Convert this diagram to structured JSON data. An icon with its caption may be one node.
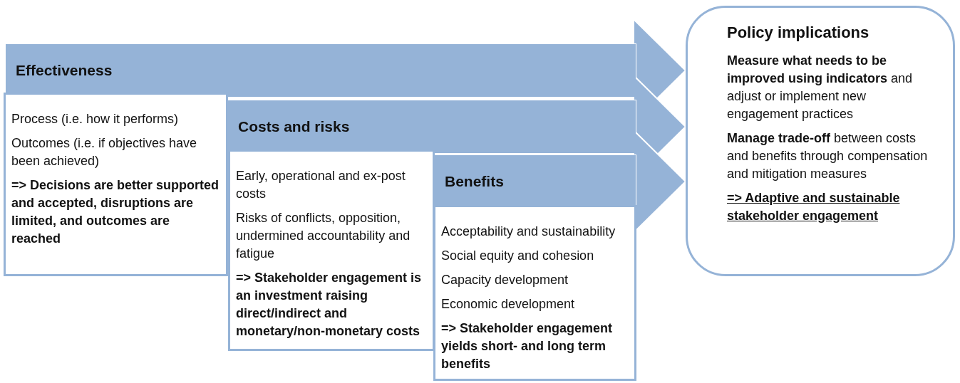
{
  "diagram": {
    "nodes": [
      {
        "text": [
          "Effectiveness"
        ]
      },
      {
        "text": [
          "Process (i.e. how it performs)",
          "Outcomes (i.e. if objectives have been achieved)",
          "=> Decisions are better supported and accepted, disruptions are limited, and outcomes are reached"
        ]
      },
      {
        "text": [
          "Costs and risks"
        ]
      },
      {
        "text": [
          "Early, operational and ex-post costs",
          "Risks of conflicts, opposition, undermined accountability and fatigue",
          "=> Stakeholder engagement is an investment raising direct/indirect and monetary/non-monetary costs"
        ]
      },
      {
        "text": [
          "Benefits"
        ]
      },
      {
        "text": [
          "Acceptability and sustainability",
          "Social equity and cohesion",
          "Capacity development",
          "Economic development",
          "=> Stakeholder engagement yields short- and long term benefits"
        ]
      },
      {
        "text": [
          "Policy implications",
          "**Measure what needs to be improved using indicators** and adjust or implement new engagement practices",
          "**Manage trade-off** between costs and benefits through compensation and mitigation measures",
          "=> Adaptive and sustainable stakeholder engagement"
        ]
      }
    ],
    "edges": [
      {
        "from": 0,
        "to": 6,
        "arrow": "to"
      },
      {
        "from": 2,
        "to": 6,
        "arrow": "to"
      },
      {
        "from": 4,
        "to": 6,
        "arrow": "to"
      }
    ]
  }
}
